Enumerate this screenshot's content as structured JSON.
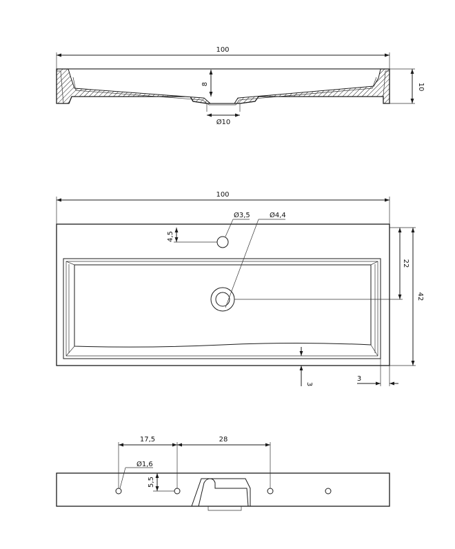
{
  "section_view": {
    "width_label": "100",
    "height_label": "10",
    "depth_label": "8",
    "drain_label": "Ø10"
  },
  "top_view": {
    "width_label": "100",
    "tap_hole_label": "Ø3,5",
    "drain_label": "Ø4,4",
    "tap_offset_label": "4,5",
    "drain_offset_label": "22",
    "depth_label": "42",
    "front_margin_label": "3",
    "side_margin_label": "3"
  },
  "front_view": {
    "spacing_1_label": "17,5",
    "spacing_2_label": "28",
    "hole_label": "Ø1,6",
    "hole_height_label": "5,5"
  }
}
